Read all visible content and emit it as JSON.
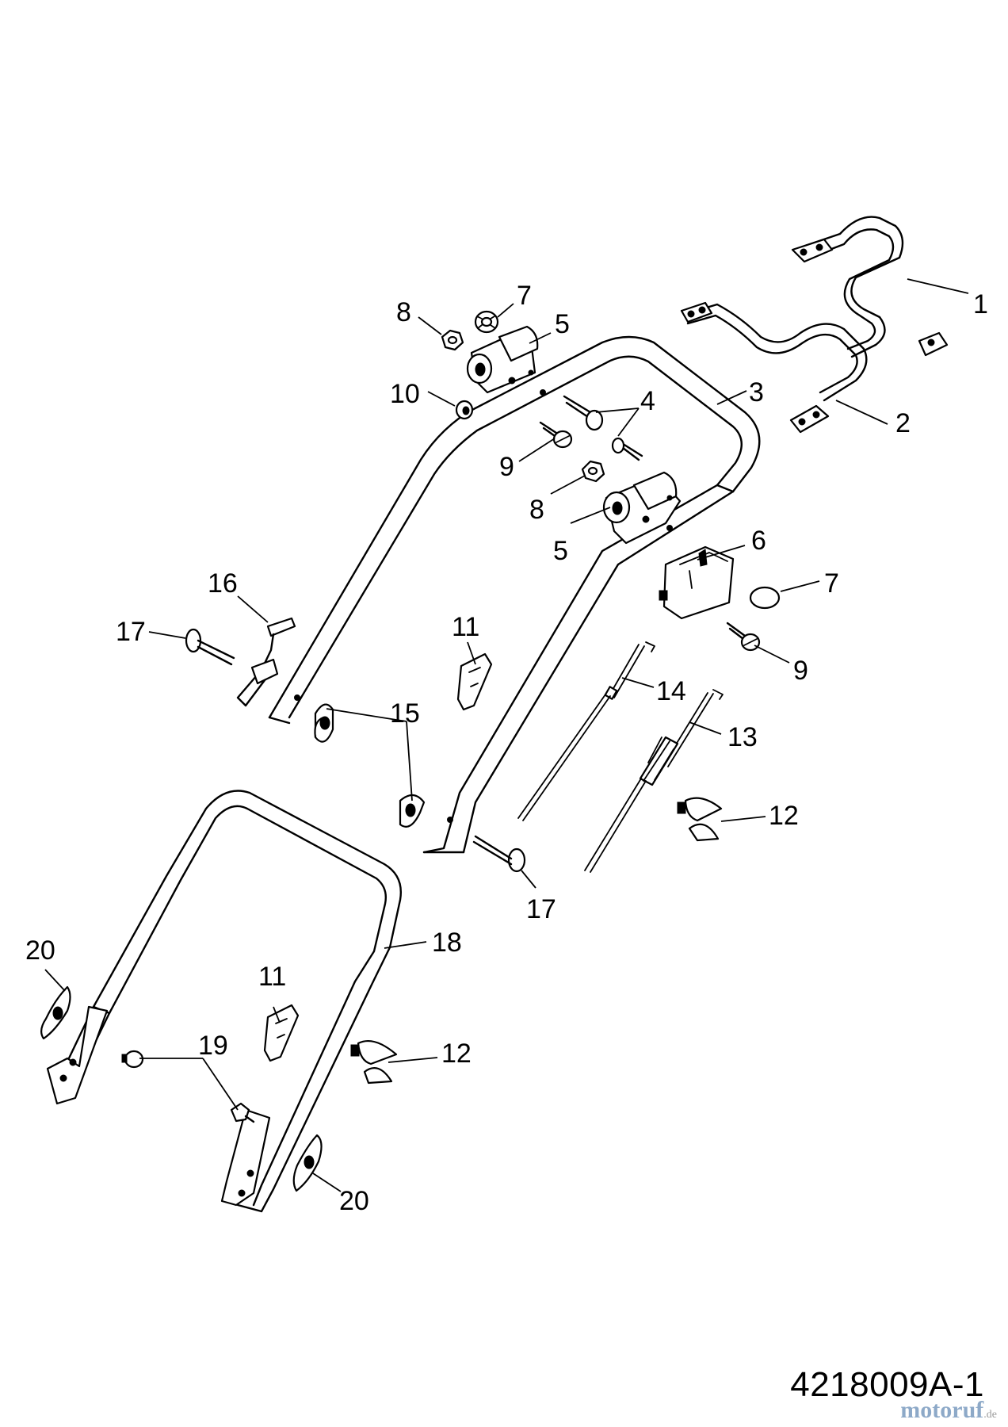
{
  "diagram": {
    "drawing_number": "4218009A-1",
    "watermark_text": "motoruf",
    "watermark_suffix": ".de",
    "callouts": {
      "c1": "1",
      "c2": "2",
      "c3": "3",
      "c4": "4",
      "c5a": "5",
      "c5b": "5",
      "c6": "6",
      "c7a": "7",
      "c7b": "7",
      "c8a": "8",
      "c8b": "8",
      "c9a": "9",
      "c9b": "9",
      "c10": "10",
      "c11a": "11",
      "c11b": "11",
      "c12a": "12",
      "c12b": "12",
      "c13": "13",
      "c14": "14",
      "c15": "15",
      "c16": "16",
      "c17a": "17",
      "c17b": "17",
      "c18": "18",
      "c19": "19",
      "c20a": "20",
      "c20b": "20"
    }
  }
}
